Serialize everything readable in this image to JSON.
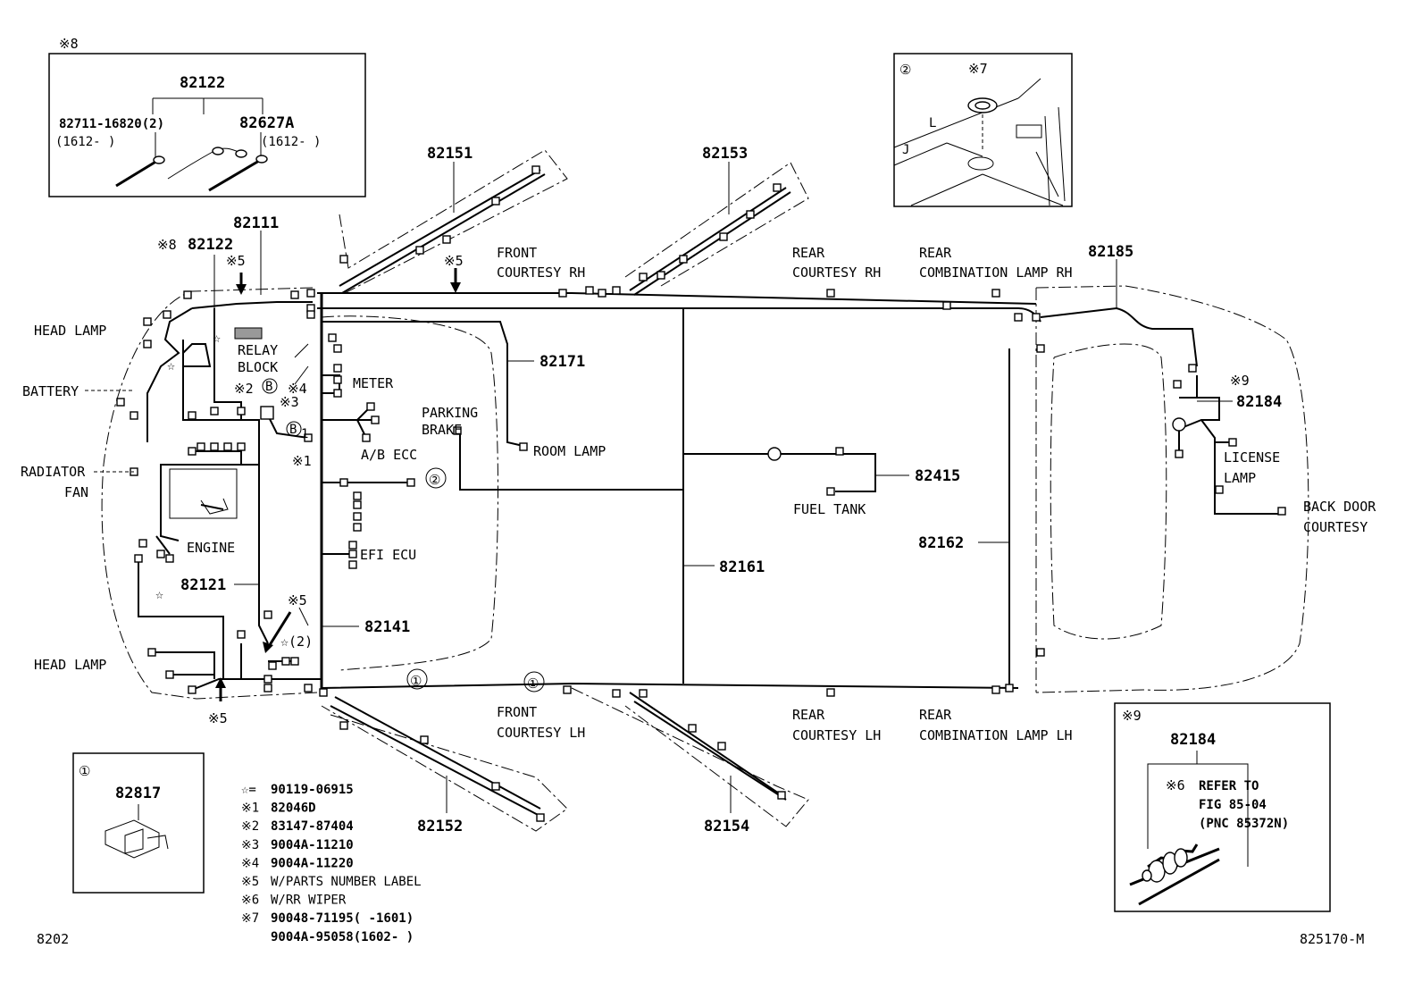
{
  "parts": {
    "p82122_top": "82122",
    "p82711": "82711-16820(2)",
    "p82711_date": "(1612-      )",
    "p82627A": "82627A",
    "p82627A_date": "(1612-      )",
    "p82111": "82111",
    "p82122": "82122",
    "p82151": "82151",
    "p82153": "82153",
    "p82185": "82185",
    "p82171": "82171",
    "p82184": "82184",
    "p82415": "82415",
    "p82162": "82162",
    "p82161": "82161",
    "p82121": "82121",
    "p82141": "82141",
    "p82152": "82152",
    "p82154": "82154",
    "p82817": "82817",
    "p82184_inset": "82184"
  },
  "marks": {
    "m8_box": "※8",
    "m8_main": "※8",
    "m5_a": "※5",
    "m5_b": "※5",
    "m5_c": "※5",
    "m5_d": "※5",
    "m2": "※2",
    "m4": "※4",
    "m3": "※3",
    "m1": "※1",
    "m7": "※7",
    "m9_main": "※9",
    "m9_inset": "※9",
    "m6_inset": "※6",
    "star": "☆",
    "star2": "☆(2)",
    "circ1": "①",
    "circ2": "②",
    "b_mark": "B",
    "b1_mark": "B",
    "b1_sub": "1"
  },
  "labels": {
    "head_lamp_top": "HEAD LAMP",
    "battery": "BATTERY",
    "radiator": "RADIATOR",
    "fan": "FAN",
    "head_lamp_bottom": "HEAD LAMP",
    "relay": "RELAY",
    "block": "BLOCK",
    "meter": "METER",
    "ab_ecc": "A/B ECC",
    "engine": "ENGINE",
    "efi_ecu": "EFI ECU",
    "parking": "PARKING",
    "brake": "BRAKE",
    "room_lamp": "ROOM LAMP",
    "front_courtesy_rh_1": "FRONT",
    "front_courtesy_rh_2": "COURTESY RH",
    "rear_courtesy_rh_1": "REAR",
    "rear_courtesy_rh_2": "COURTESY RH",
    "rear_comb_rh_1": "REAR",
    "rear_comb_rh_2": "COMBINATION LAMP RH",
    "front_courtesy_lh_1": "FRONT",
    "front_courtesy_lh_2": "COURTESY LH",
    "rear_courtesy_lh_1": "REAR",
    "rear_courtesy_lh_2": "COURTESY LH",
    "rear_comb_lh_1": "REAR",
    "rear_comb_lh_2": "COMBINATION LAMP LH",
    "fuel_tank": "FUEL TANK",
    "license_1": "LICENSE",
    "license_2": "LAMP",
    "back_door_1": "BACK DOOR",
    "back_door_2": "COURTESY",
    "refer_1": "REFER TO",
    "refer_2": "FIG 85-04",
    "refer_3": "(PNC 85372N)"
  },
  "legend": [
    {
      "mark": "☆=",
      "text": "90119-06915",
      "bold": true
    },
    {
      "mark": "※1",
      "text": "82046D",
      "bold": true
    },
    {
      "mark": "※2",
      "text": "83147-87404",
      "bold": true
    },
    {
      "mark": "※3",
      "text": "9004A-11210",
      "bold": true
    },
    {
      "mark": "※4",
      "text": "9004A-11220",
      "bold": true
    },
    {
      "mark": "※5",
      "text": "W/PARTS NUMBER LABEL",
      "bold": false
    },
    {
      "mark": "※6",
      "text": "W/RR WIPER",
      "bold": false
    },
    {
      "mark": "※7",
      "text": "90048-71195(     -1601)",
      "bold": true
    },
    {
      "mark": "",
      "text": "9004A-95058(1602-     )",
      "bold": true
    }
  ],
  "footer": {
    "left": "8202",
    "right": "825170-M"
  }
}
